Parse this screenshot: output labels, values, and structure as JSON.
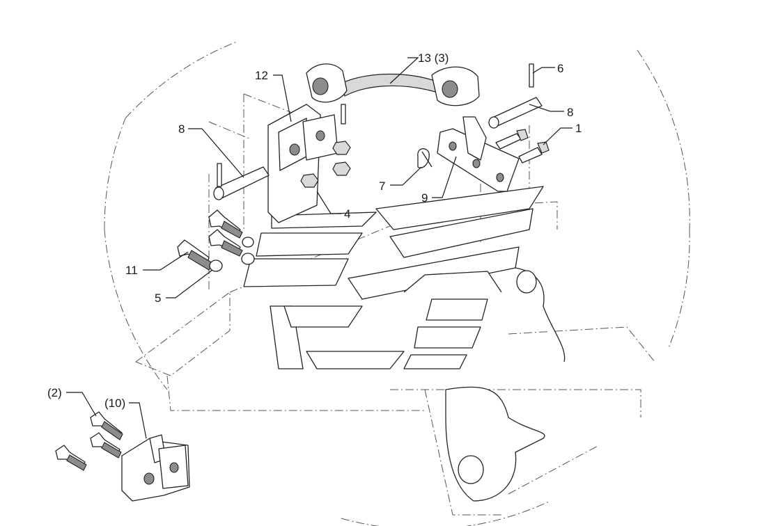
{
  "callouts": {
    "c1": "1",
    "c2": "(2)",
    "c4": "4",
    "c5": "5",
    "c6": "6",
    "c7": "7",
    "c8a": "8",
    "c8b": "8",
    "c9": "9",
    "c10": "(10)",
    "c11": "11",
    "c12": "12",
    "c13": "13 (3)"
  }
}
